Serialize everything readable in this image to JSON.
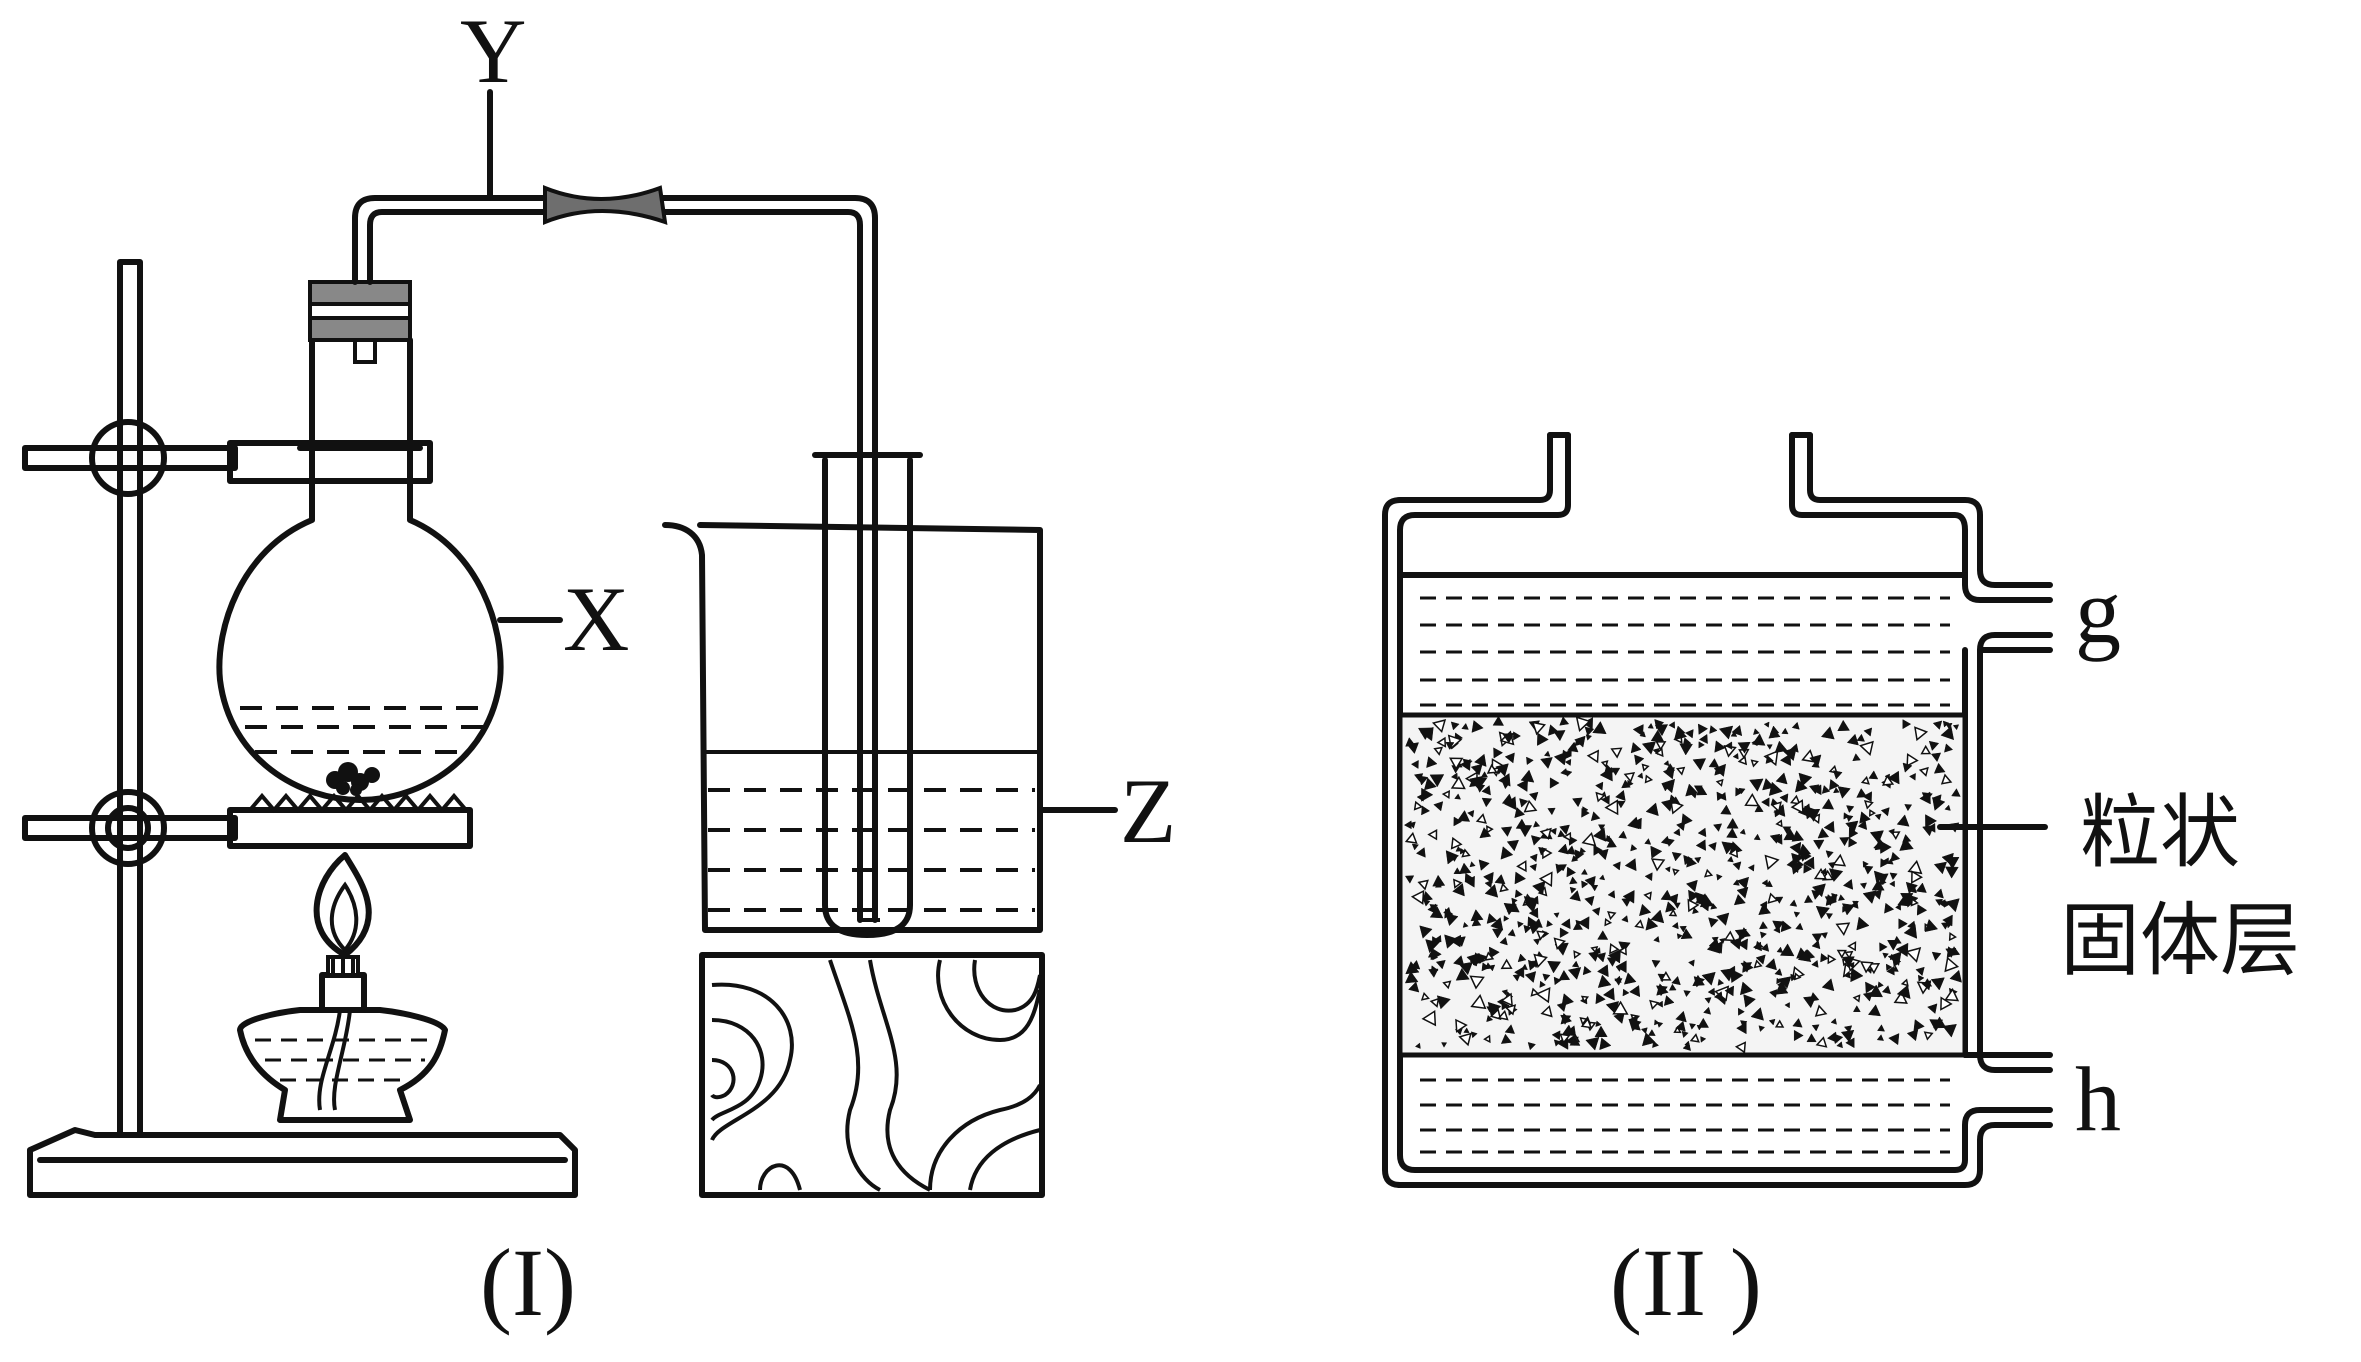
{
  "figure_I": {
    "label_Y": "Y",
    "label_X": "X",
    "label_Z": "Z",
    "caption": "(I)"
  },
  "figure_II": {
    "label_g": "g",
    "label_h": "h",
    "layer_line1": "粒状",
    "layer_line2": "固体层",
    "caption": "(II )"
  }
}
